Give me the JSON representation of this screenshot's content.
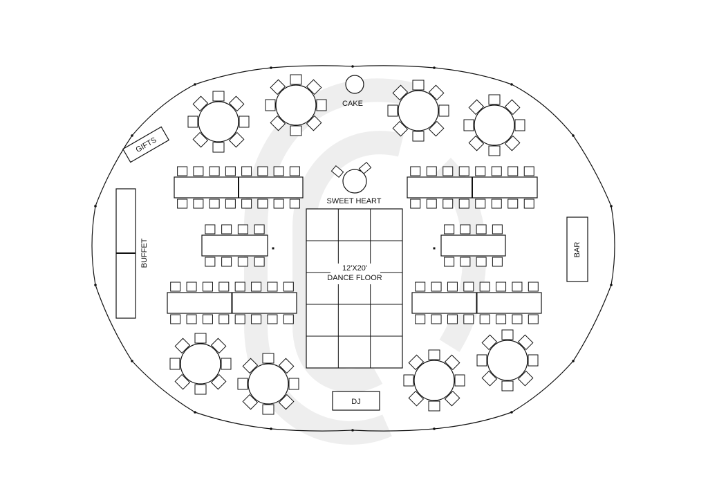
{
  "labels": {
    "gifts": "GIFTS",
    "buffet": "BUFFET",
    "cake": "CAKE",
    "sweet_heart": "SWEET HEART",
    "dance_floor_size": "12'X20'",
    "dance_floor": "DANCE FLOOR",
    "bar": "BAR",
    "dj": "DJ"
  },
  "colors": {
    "line": "#111111",
    "watermark": "#e3e3e3",
    "background": "#ffffff"
  },
  "dance_floor_grid": {
    "columns": 3,
    "rows": 5
  },
  "round_tables": {
    "count": 8,
    "seats_each": 8
  },
  "banquet_rows": {
    "count": 6
  },
  "icons": [
    "tent-outline",
    "watermark-logo"
  ]
}
